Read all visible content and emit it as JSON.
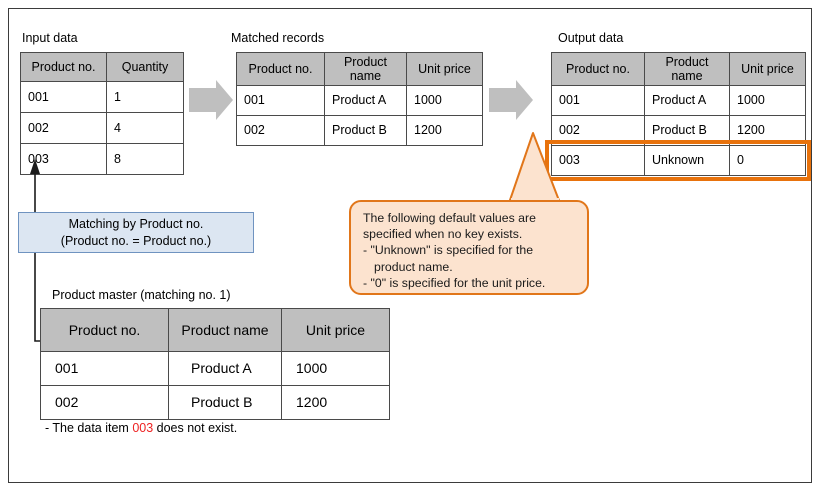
{
  "diagram": {
    "title_colors": {
      "header_gray": "#bfbfbf",
      "key_red": "#ee2222",
      "highlight_orange": "#e8720c",
      "callout_fill": "#fce3cf",
      "callout_border": "#e1761a",
      "blue_fill": "#dce6f2",
      "blue_border": "#6f93c0",
      "arrow_gray": "#bfbfbf"
    }
  },
  "input_data": {
    "caption": "Input data",
    "headers": [
      "Product no.",
      "Quantity"
    ],
    "rows": [
      {
        "product_no": "001",
        "quantity": "1"
      },
      {
        "product_no": "002",
        "quantity": "4"
      },
      {
        "product_no": "003",
        "quantity": "8"
      }
    ]
  },
  "matched_records": {
    "caption": "Matched records",
    "headers": [
      "Product no.",
      "Product name",
      "Unit price"
    ],
    "rows": [
      {
        "product_no": "001",
        "product_name": "Product A",
        "unit_price": "1000"
      },
      {
        "product_no": "002",
        "product_name": "Product B",
        "unit_price": "1200"
      }
    ]
  },
  "output_data": {
    "caption": "Output data",
    "headers": [
      "Product no.",
      "Product name",
      "Unit price"
    ],
    "rows": [
      {
        "product_no": "001",
        "product_name": "Product A",
        "unit_price": "1000"
      },
      {
        "product_no": "002",
        "product_name": "Product B",
        "unit_price": "1200"
      },
      {
        "product_no": "003",
        "product_name": "Unknown",
        "unit_price": "0"
      }
    ],
    "highlighted_row_index": 2
  },
  "product_master": {
    "caption": "Product master (matching no. 1)",
    "headers": [
      "Product no.",
      "Product name",
      "Unit price"
    ],
    "rows": [
      {
        "product_no": "001",
        "product_name": "Product A",
        "unit_price": "1000"
      },
      {
        "product_no": "002",
        "product_name": "Product B",
        "unit_price": "1200"
      }
    ]
  },
  "matching_box": {
    "line1": "Matching by Product no.",
    "line2": "(Product no. = Product no.)"
  },
  "callout": {
    "line1": "The following default values are",
    "line2": "specified when no key exists.",
    "line3": "- \"Unknown\" is specified for the",
    "line4": "product name.",
    "line5": "- \"0\" is specified for the unit price."
  },
  "footnote": {
    "prefix": "- The data item ",
    "key": "003",
    "suffix": " does not exist."
  },
  "icons": {
    "arrow1": "block-arrow-right-icon",
    "arrow2": "block-arrow-right-icon",
    "connector": "connector-arrow-up-icon"
  }
}
